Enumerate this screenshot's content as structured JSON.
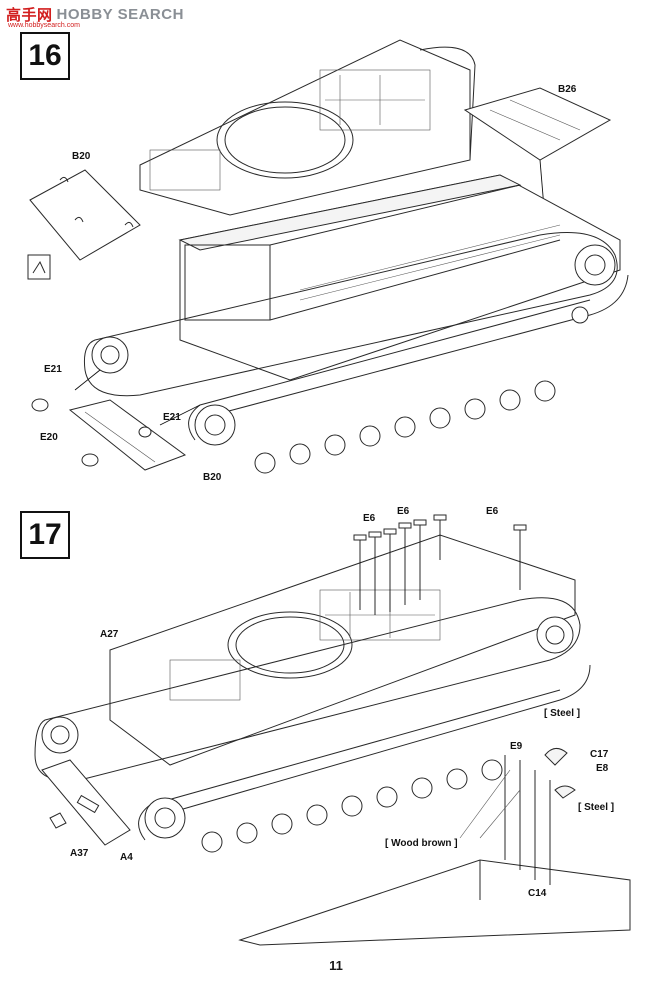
{
  "watermark": {
    "logo": "高手网",
    "text": "HOBBY SEARCH",
    "url": "www.hobbysearch.com"
  },
  "steps": [
    {
      "number": "16"
    },
    {
      "number": "17"
    }
  ],
  "step16_labels": {
    "b20_top": "B20",
    "b26": "B26",
    "e21_left": "E21",
    "e20": "E20",
    "e21_right": "E21",
    "b20_bottom": "B20"
  },
  "step17_labels": {
    "e6_a": "E6",
    "e6_b": "E6",
    "e6_c": "E6",
    "a27": "A27",
    "e9": "E9",
    "c17": "C17",
    "e8": "E8",
    "c14": "C14",
    "a37": "A37",
    "a4": "A4"
  },
  "paint": {
    "steel_1": "[ Steel ]",
    "steel_2": "[ Steel ]",
    "wood_brown": "[ Wood brown ]"
  },
  "page": {
    "number": "11"
  }
}
